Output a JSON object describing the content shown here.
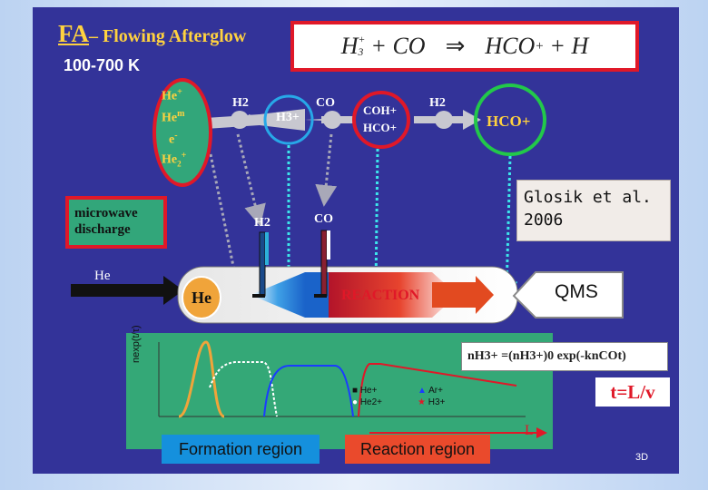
{
  "title": {
    "abbr": "FA",
    "rest": "– Flowing Afterglow"
  },
  "temperature": "100-700 K",
  "equation": "H3+ + CO  ⇒  HCO+ + H",
  "equation_parts": {
    "lhs_a": "H",
    "lhs_a_sub": "3",
    "lhs_a_sup": "+",
    "plus": "+ CO",
    "arrow": "⇒",
    "rhs": "HCO",
    "rhs_sup": "+",
    "rhs_tail": "+ H"
  },
  "ions": [
    "He+",
    "Hem",
    "e-",
    "He2+"
  ],
  "ion_parts": [
    {
      "base": "He",
      "sup": "+",
      "sub": ""
    },
    {
      "base": "He",
      "sup": "m",
      "sub": ""
    },
    {
      "base": "e",
      "sup": "-",
      "sub": ""
    },
    {
      "base": "He",
      "sup": "+",
      "sub": "2"
    }
  ],
  "reactants": {
    "h2_a": "H2",
    "co_a": "CO",
    "h2_b": "H2",
    "co_b": "CO",
    "h2_c": "H2"
  },
  "species": {
    "h3": "H3+",
    "coh": "COH+",
    "hco_mid": "HCO+",
    "hco_final": "HCO+"
  },
  "microwave": {
    "line1": "microwave",
    "line2": "discharge"
  },
  "citation": {
    "line1": "Glosik et al.",
    "line2": "2006"
  },
  "tube": {
    "he_in": "He",
    "he_core": "He",
    "reaction": "REACTION",
    "qms": "QMS"
  },
  "formula": "nH3+ =(nH3+)0 exp(-knCOt)",
  "time_formula": "t=L/v",
  "legend": [
    "He+",
    "He2+",
    "Ar+",
    "H3+"
  ],
  "regions": {
    "formation": "Formation region",
    "reaction": "Reaction region"
  },
  "axis": {
    "ylabel": "nexp(t/τ)",
    "length_label": "L"
  },
  "page_number": "3D",
  "colors": {
    "slide_bg": "#333399",
    "accent_red": "#e01828",
    "green": "#32a67a",
    "yellow": "#ffd23f",
    "blue_circle": "#27a8e8",
    "green_circle": "#22c84a",
    "cyan_arrow": "#3ce7ec"
  }
}
